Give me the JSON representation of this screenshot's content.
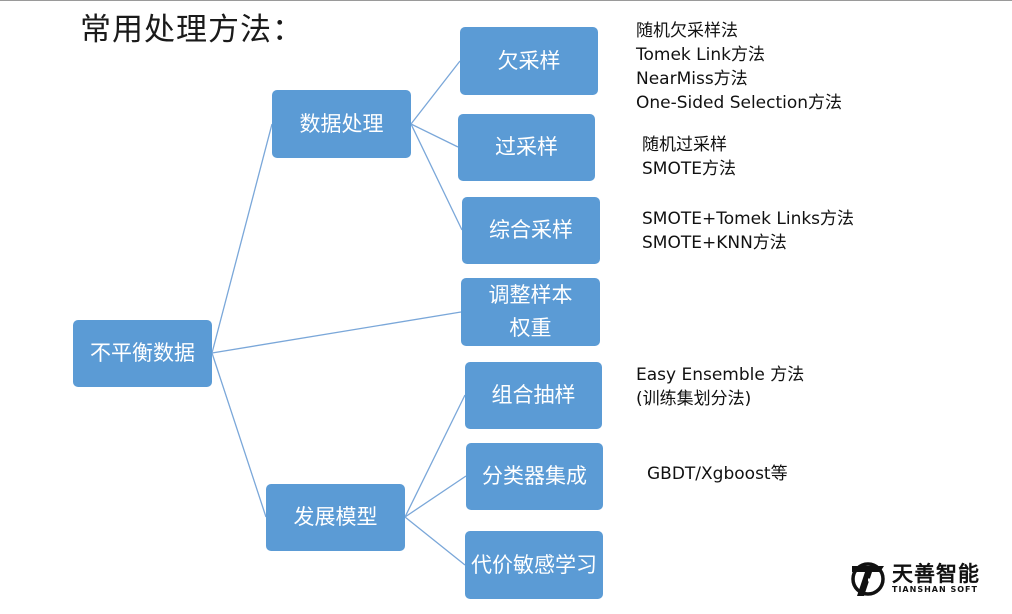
{
  "title": "常用处理方法：",
  "nodes": {
    "root": "不平衡数据",
    "data_processing": "数据处理",
    "undersampling": "欠采样",
    "oversampling": "过采样",
    "combined_sampling": "综合采样",
    "adjust_weights": "调整样本权重",
    "develop_models": "发展模型",
    "combined_subsample": "组合抽样",
    "ensemble": "分类器集成",
    "cost_sensitive": "代价敏感学习"
  },
  "notes": {
    "undersampling": [
      "随机欠采样法",
      "Tomek Link方法",
      "NearMiss方法",
      "One-Sided Selection方法"
    ],
    "oversampling": [
      "随机过采样",
      "SMOTE方法"
    ],
    "combined_sampling": [
      "SMOTE+Tomek Links方法",
      "SMOTE+KNN方法"
    ],
    "combined_subsample": [
      "Easy Ensemble 方法",
      "(训练集划分法)"
    ],
    "ensemble": [
      "GBDT/Xgboost等"
    ]
  },
  "logo": {
    "name_cn": "天善智能",
    "name_en": "TIANSHAN SOFT"
  },
  "colors": {
    "node_fill": "#5b9bd5",
    "connector": "#7aa7d9",
    "text": "#111111"
  }
}
